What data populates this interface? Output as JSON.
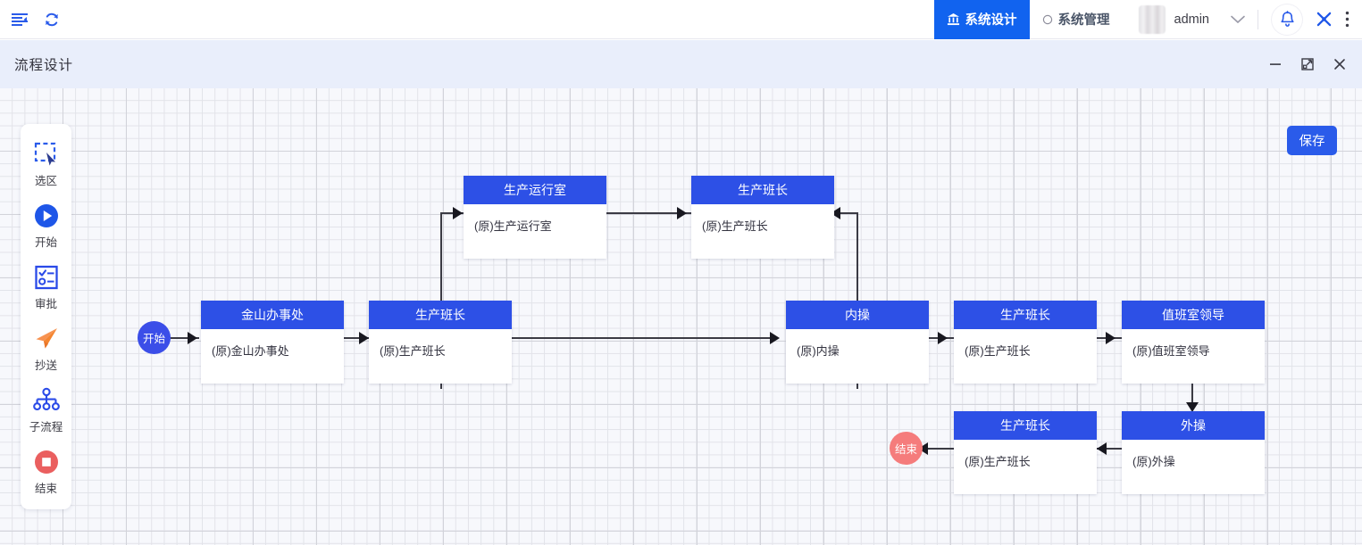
{
  "topnav": {
    "left_icons": [
      {
        "name": "menu-collapse-icon",
        "glyph": "menu"
      },
      {
        "name": "refresh-icon",
        "glyph": "refresh"
      }
    ],
    "tabs": [
      {
        "label": "系统设计",
        "icon": "bank-icon",
        "active": true
      },
      {
        "label": "系统管理",
        "icon": "circle-icon",
        "active": false
      }
    ],
    "username": "admin",
    "bell_icon": "bell-icon",
    "expand_icon": "fullscreen-icon",
    "more_icon": "more-vertical-icon"
  },
  "window": {
    "title": "流程设计",
    "controls": [
      {
        "name": "minimize-button",
        "glyph": "—"
      },
      {
        "name": "maximize-button",
        "glyph": "⤢"
      },
      {
        "name": "close-button",
        "glyph": "✕"
      }
    ]
  },
  "palette": {
    "items": [
      {
        "label": "选区",
        "icon": "selection-marquee-icon"
      },
      {
        "label": "开始",
        "icon": "play-circle-icon"
      },
      {
        "label": "审批",
        "icon": "approval-checklist-icon"
      },
      {
        "label": "抄送",
        "icon": "paper-plane-icon"
      },
      {
        "label": "子流程",
        "icon": "org-chart-icon"
      },
      {
        "label": "结束",
        "icon": "stop-circle-icon"
      }
    ]
  },
  "canvas": {
    "save_label": "保存",
    "start_label": "开始",
    "end_label": "结束",
    "nodes": [
      {
        "id": "n1",
        "title": "金山办事处",
        "subtitle": "(原)金山办事处"
      },
      {
        "id": "n2",
        "title": "生产班长",
        "subtitle": "(原)生产班长"
      },
      {
        "id": "n3",
        "title": "生产运行室",
        "subtitle": "(原)生产运行室"
      },
      {
        "id": "n4",
        "title": "生产班长",
        "subtitle": "(原)生产班长"
      },
      {
        "id": "n5",
        "title": "内操",
        "subtitle": "(原)内操"
      },
      {
        "id": "n6",
        "title": "生产班长",
        "subtitle": "(原)生产班长"
      },
      {
        "id": "n7",
        "title": "值班室领导",
        "subtitle": "(原)值班室领导"
      },
      {
        "id": "n8",
        "title": "外操",
        "subtitle": "(原)外操"
      },
      {
        "id": "n9",
        "title": "生产班长",
        "subtitle": "(原)生产班长"
      }
    ]
  },
  "colors": {
    "accent": "#2a5bea",
    "node_header": "#2d50e6",
    "start_circle": "#3b4ee8",
    "end_circle": "#f57c7c",
    "titlebar": "#e9eefb",
    "canvas_bg": "#f7f8fc"
  }
}
